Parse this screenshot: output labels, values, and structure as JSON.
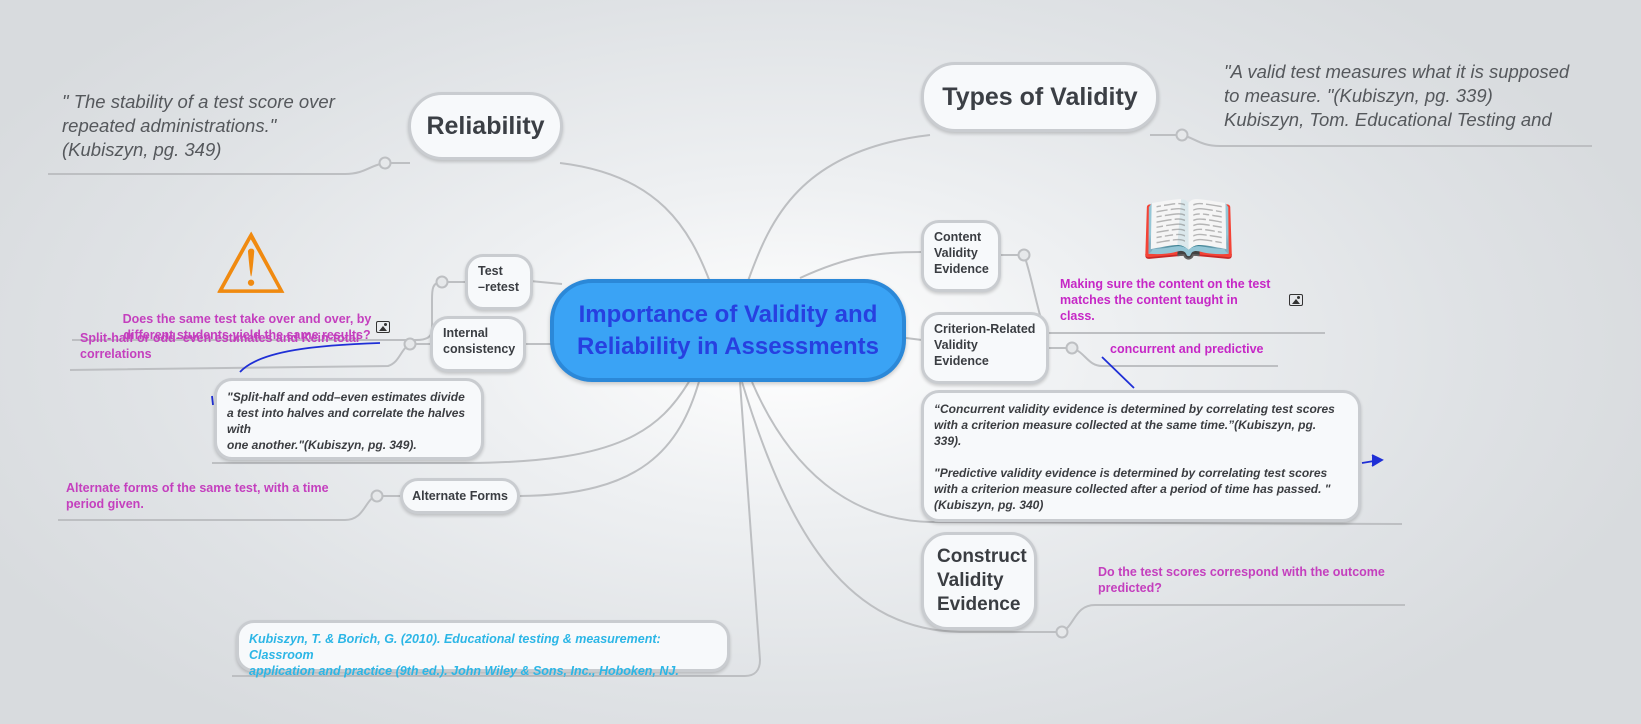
{
  "central": {
    "line1": "Importance of Validity and",
    "line2": "Reliability in Assessments"
  },
  "reliability": {
    "title": "Reliability",
    "quote": {
      "l1": "\" The stability of a test score over",
      "l2": "repeated administrations.\"",
      "l3": "(Kubiszyn, pg. 349)"
    },
    "test_retest": {
      "l1": "Test",
      "l2": "–retest"
    },
    "internal": {
      "l1": "Internal",
      "l2": "consistency"
    },
    "internal_note_a": {
      "l1": "Does the same test take over and over, by",
      "l2": "different students yield the same results?"
    },
    "internal_note_b": {
      "l1": "Split-half or odd–even estimates and Kein-total",
      "l2": "correlations"
    },
    "split_quote": {
      "l1": "\"Split-half and odd–even estimates divide",
      "l2": "a test into halves and correlate the halves",
      "l3": "with",
      "l4": "one another.\"(Kubiszyn, pg. 349)."
    },
    "alternate": {
      "label": "Alternate Forms",
      "note_l1": "Alternate forms of the same test, with a time",
      "note_l2": "period given."
    }
  },
  "validity": {
    "title": "Types of Validity",
    "quote": {
      "l1": "\"A valid test measures what it is supposed",
      "l2": "to measure. \"(Kubiszyn, pg. 339)",
      "l3": "Kubiszyn, Tom. Educational Testing and"
    },
    "content": {
      "l1": "Content",
      "l2": "Validity",
      "l3": "Evidence",
      "note_l1": "Making sure the content on the test",
      "note_l2": "matches the content taught in",
      "note_l3": "class."
    },
    "criterion": {
      "l1": "Criterion-Related",
      "l2": "Validity",
      "l3": "Evidence",
      "note": "concurrent and predictive"
    },
    "criterion_quote": {
      "l1": "“Concurrent validity evidence is determined by correlating test scores",
      "l2": "with a criterion measure collected at the same time.”(Kubiszyn, pg.",
      "l3": "339).",
      "l4": "\"Predictive validity evidence is determined by correlating test scores",
      "l5": "with a criterion measure collected after a period of time has passed. \"",
      "l6": " (Kubiszyn, pg. 340)"
    },
    "construct": {
      "l1": "Construct",
      "l2": "Validity",
      "l3": "Evidence",
      "note_l1": "Do the test scores correspond with the outcome",
      "note_l2": "predicted?"
    }
  },
  "citation": {
    "l1": "Kubiszyn, T. & Borich, G. (2010). Educational testing & measurement: Classroom",
    "l2": "application and practice (9th ed.). John Wiley & Sons, Inc., Hoboken, NJ."
  },
  "icons": {
    "warning": "warning-icon",
    "book": "book-icon",
    "image": "image-icon"
  },
  "colors": {
    "central_fill": "#3aa3f5",
    "central_text": "#2740e0",
    "note_pink": "#c43fbe",
    "citation_blue": "#2cb6e6",
    "line_gray": "#bdbfc2"
  }
}
